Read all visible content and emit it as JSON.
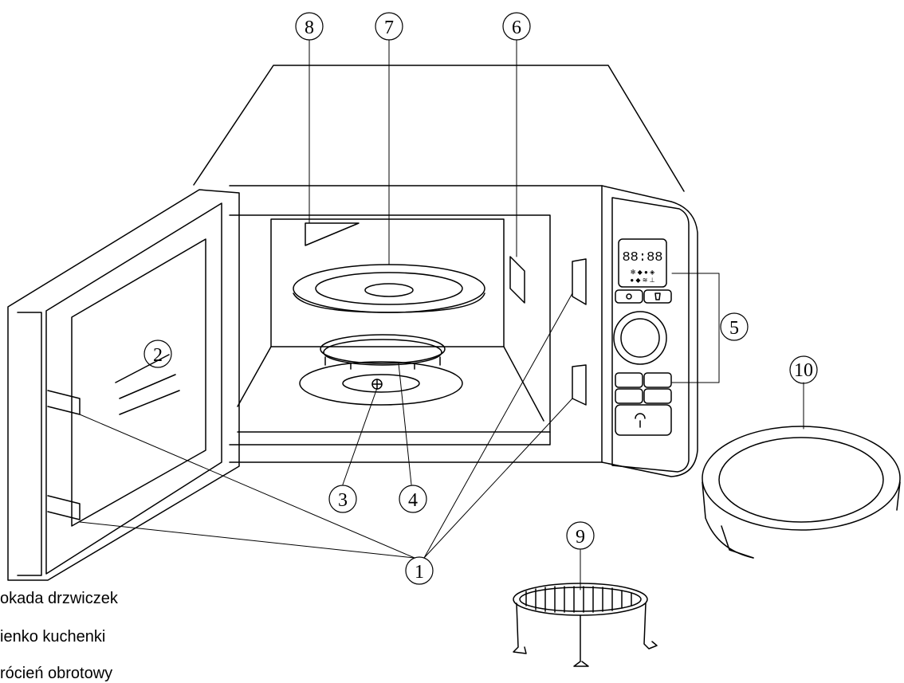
{
  "callouts": {
    "c1": "1",
    "c2": "2",
    "c3": "3",
    "c4": "4",
    "c5": "5",
    "c6": "6",
    "c7": "7",
    "c8": "8",
    "c9": "9",
    "c10": "10"
  },
  "display_digits": "88:88",
  "legend": [
    "okada drzwiczek",
    "ienko kuchenki",
    "rócień obrotowy"
  ]
}
